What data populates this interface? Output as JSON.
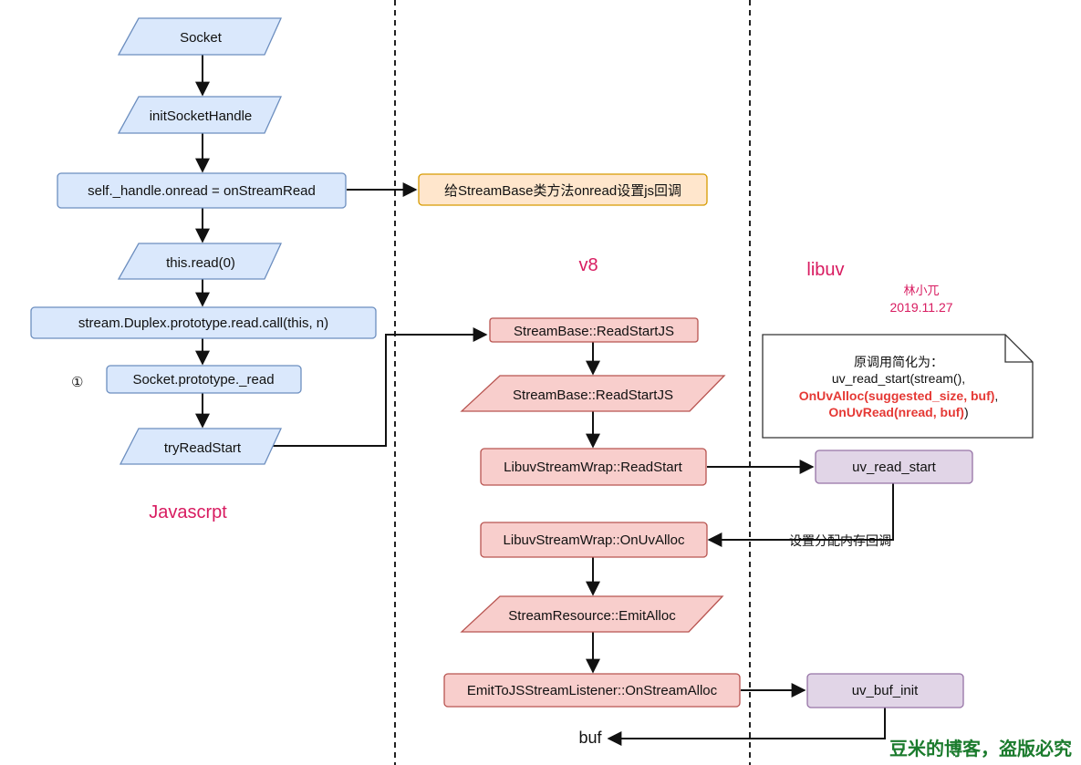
{
  "lanes": {
    "javascript_label": "Javascrpt",
    "v8_label": "v8",
    "libuv_label": "libuv"
  },
  "author": {
    "name": "林小兀",
    "date": "2019.11.27"
  },
  "js_nodes": {
    "socket": "Socket",
    "init_socket_handle": "initSocketHandle",
    "onread_assign": "self._handle.onread = onStreamRead",
    "this_read": "this.read(0)",
    "duplex_read_call": "stream.Duplex.prototype.read.call(this, n)",
    "socket_proto_read": "Socket.prototype._read",
    "try_read_start": "tryReadStart",
    "circle_marker": "①"
  },
  "v8_nodes": {
    "set_js_callback": "给StreamBase类方法onread设置js回调",
    "read_start_js_1": "StreamBase::ReadStartJS",
    "read_start_js_2": "StreamBase::ReadStartJS",
    "libuv_read_start": "LibuvStreamWrap::ReadStart",
    "on_uv_alloc": "LibuvStreamWrap::OnUvAlloc",
    "emit_alloc": "StreamResource::EmitAlloc",
    "on_stream_alloc": "EmitToJSStreamListener::OnStreamAlloc",
    "buf": "buf"
  },
  "libuv_nodes": {
    "uv_read_start": "uv_read_start",
    "uv_buf_init": "uv_buf_init",
    "alloc_callback_label": "设置分配内存回调"
  },
  "note": {
    "line1": "原调用简化为：",
    "line2": "uv_read_start(stream(),",
    "line3_red": "OnUvAlloc(suggested_size, buf)",
    "line3_tail": ",",
    "line4_red": "OnUvRead(nread, buf)",
    "line4_tail": ")"
  },
  "watermark": "豆米的博客，盗版必究",
  "colors": {
    "blue_fill": "#dae8fc",
    "blue_stroke": "#6c8ebf",
    "orange_fill": "#ffe6cc",
    "orange_stroke": "#d79b00",
    "red_fill": "#f8cecc",
    "red_stroke": "#b85450",
    "purple_fill": "#e1d5e7",
    "purple_stroke": "#9673a6",
    "lane_title": "#d81b60",
    "watermark": "#1b7b2d"
  }
}
